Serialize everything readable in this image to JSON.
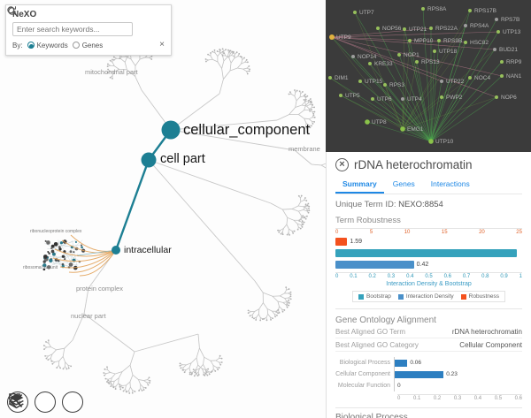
{
  "app": {
    "title": "NeXO"
  },
  "search": {
    "placeholder": "Enter search keywords...",
    "by_label": "By:",
    "options": [
      {
        "label": "Keywords",
        "selected": true
      },
      {
        "label": "Genes",
        "selected": false
      }
    ]
  },
  "tree": {
    "nodes": [
      {
        "id": "cellular_component",
        "label": "cellular_component"
      },
      {
        "id": "cell_part",
        "label": "cell part"
      },
      {
        "id": "intracellular",
        "label": "intracellular"
      },
      {
        "id": "mitochondrial_part",
        "label": "mitochondrial part"
      },
      {
        "id": "membrane",
        "label": "membrane"
      },
      {
        "id": "protein_complex",
        "label": "protein complex"
      },
      {
        "id": "nuclear_part",
        "label": "nuclear part"
      },
      {
        "id": "ribonucleoprotein_complex",
        "label": "ribonucleoprotein complex"
      },
      {
        "id": "ribosomal_subunit",
        "label": "ribosomal subunit"
      }
    ],
    "accent_color": "#1d7f93",
    "highlight_edge_color": "#e2a35b"
  },
  "network": {
    "genes": [
      "UTP7",
      "RPS8A",
      "RPS17B",
      "RPS7B",
      "UTP9",
      "NOP56",
      "UTP21",
      "RPS22A",
      "RPS4A",
      "UTP13",
      "MPP10",
      "RPS9B",
      "HSC82",
      "NOP14",
      "KRE33",
      "NOP1",
      "RPS13",
      "UTP18",
      "BUD21",
      "RRP9",
      "DIM1",
      "UTP15",
      "RPS3",
      "UTP22",
      "NOC4",
      "NAN1",
      "UTP5",
      "UTP6",
      "UTP4",
      "PWP2",
      "NOP6",
      "UTP8",
      "EMG1",
      "UTP10"
    ],
    "edge_color": "#4caf50",
    "background": "#3b3b3b"
  },
  "detail": {
    "title": "rDNA heterochromatin",
    "tabs": [
      "Summary",
      "Genes",
      "Interactions"
    ],
    "active_tab": 0,
    "unique_term": {
      "label": "Unique Term ID:",
      "value": "NEXO:8854"
    },
    "robustness": {
      "title": "Term Robustness",
      "top_ticks": [
        "0",
        "5",
        "10",
        "15",
        "20",
        "25"
      ],
      "bottom_ticks": [
        "0",
        "0.1",
        "0.2",
        "0.3",
        "0.4",
        "0.5",
        "0.6",
        "0.7",
        "0.8",
        "0.9",
        "1"
      ],
      "bottom_axis_label": "Interaction Density & Bootstrap",
      "robustness_value_label": "1.59",
      "density_value_label": "0.42"
    },
    "legend": [
      {
        "label": "Bootstrap",
        "color": "#35a2bc"
      },
      {
        "label": "Interaction Density",
        "color": "#4a90c9"
      },
      {
        "label": "Robustness",
        "color": "#f4511e"
      }
    ],
    "go_alignment": {
      "title": "Gene Ontology Alignment",
      "rows": [
        {
          "key": "Best Aligned GO Term",
          "value": "rDNA heterochromatin"
        },
        {
          "key": "Best Aligned GO Category",
          "value": "Cellular Component"
        }
      ]
    },
    "alignment_chart": {
      "ticks": [
        "0",
        "0.1",
        "0.2",
        "0.3",
        "0.4",
        "0.5",
        "0.6"
      ]
    },
    "bottom_section": {
      "title": "Biological Process"
    }
  },
  "chart_data": [
    {
      "type": "bar",
      "title": "Term Robustness",
      "orientation": "horizontal",
      "series": [
        {
          "name": "Robustness",
          "value": 1.59,
          "axis": "top",
          "color": "#f4511e"
        },
        {
          "name": "Bootstrap",
          "value": 0.97,
          "axis": "bottom",
          "color": "#35a2bc"
        },
        {
          "name": "Interaction Density",
          "value": 0.42,
          "axis": "bottom",
          "color": "#4a90c9"
        }
      ],
      "top_axis_range": [
        0,
        25
      ],
      "bottom_axis_range": [
        0,
        1
      ],
      "bottom_axis_label": "Interaction Density & Bootstrap",
      "legend_position": "bottom"
    },
    {
      "type": "bar",
      "orientation": "horizontal",
      "categories": [
        "Biological Process",
        "Cellular Component",
        "Molecular Function"
      ],
      "values": [
        0.06,
        0.23,
        0
      ],
      "xlim": [
        0,
        0.6
      ],
      "bar_color": "#2d7fc1"
    }
  ]
}
